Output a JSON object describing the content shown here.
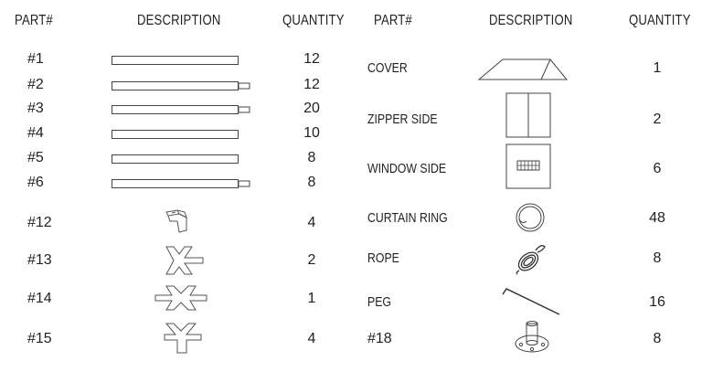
{
  "headers": {
    "left_part": "PART#",
    "left_desc": "DESCRIPTION",
    "left_qty": "QUANTITY",
    "right_part": "PART#",
    "right_desc": "DESCRIPTION",
    "right_qty": "QUANTITY"
  },
  "left_rows": [
    {
      "part": "#1",
      "icon": "pole-plain",
      "qty": "12"
    },
    {
      "part": "#2",
      "icon": "pole-with-end-pin",
      "qty": "12"
    },
    {
      "part": "#3",
      "icon": "pole-with-end-pin",
      "qty": "20"
    },
    {
      "part": "#4",
      "icon": "pole-plain",
      "qty": "10"
    },
    {
      "part": "#5",
      "icon": "pole-plain",
      "qty": "8"
    },
    {
      "part": "#6",
      "icon": "pole-with-end-pin",
      "qty": "8"
    },
    {
      "part": "#12",
      "icon": "corner-connector",
      "qty": "4"
    },
    {
      "part": "#13",
      "icon": "three-way-connector",
      "qty": "2"
    },
    {
      "part": "#14",
      "icon": "four-way-connector",
      "qty": "1"
    },
    {
      "part": "#15",
      "icon": "peak-connector",
      "qty": "4"
    }
  ],
  "right_rows": [
    {
      "part": "COVER",
      "icon": "cover",
      "qty": "1"
    },
    {
      "part": "ZIPPER SIDE",
      "icon": "zipper-side-panel",
      "qty": "2"
    },
    {
      "part": "WINDOW SIDE",
      "icon": "window-side-panel",
      "qty": "6"
    },
    {
      "part": "CURTAIN RING",
      "icon": "curtain-ring",
      "qty": "48"
    },
    {
      "part": "ROPE",
      "icon": "rope-coil",
      "qty": "8"
    },
    {
      "part": "PEG",
      "icon": "peg",
      "qty": "16"
    },
    {
      "part": "#18",
      "icon": "foot-plate",
      "qty": "8"
    }
  ]
}
